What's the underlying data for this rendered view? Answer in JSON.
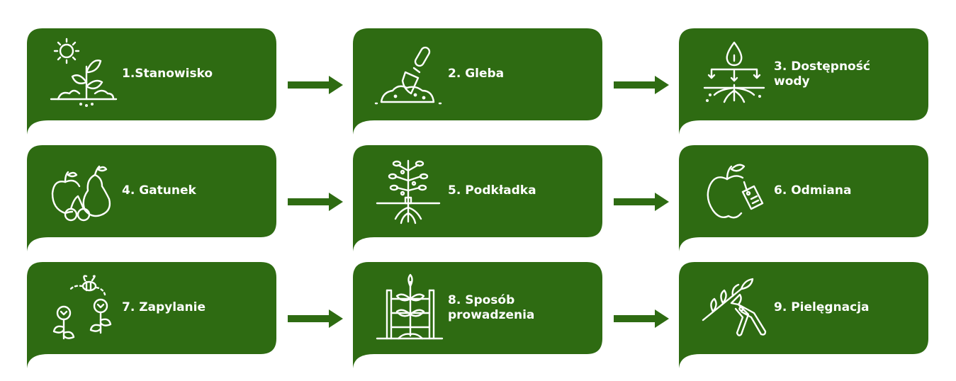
{
  "colors": {
    "card": "#2e6b12",
    "text": "#ffffff",
    "background": "#ffffff"
  },
  "steps": [
    {
      "label": "1.Stanowisko",
      "icon": "sun-plant-icon"
    },
    {
      "label": "2. Gleba",
      "icon": "trowel-soil-icon"
    },
    {
      "label": "3. Dostępność\nwody",
      "icon": "water-drop-roots-icon"
    },
    {
      "label": "4. Gatunek",
      "icon": "fruits-icon"
    },
    {
      "label": "5. Podkładka",
      "icon": "tree-roots-icon"
    },
    {
      "label": "6. Odmiana",
      "icon": "apple-tag-icon"
    },
    {
      "label": "7. Zapylanie",
      "icon": "bee-flowers-icon"
    },
    {
      "label": "8. Sposób\nprowadzenia",
      "icon": "trellis-plant-icon"
    },
    {
      "label": "9. Pielęgnacja",
      "icon": "pruning-shears-icon"
    }
  ]
}
